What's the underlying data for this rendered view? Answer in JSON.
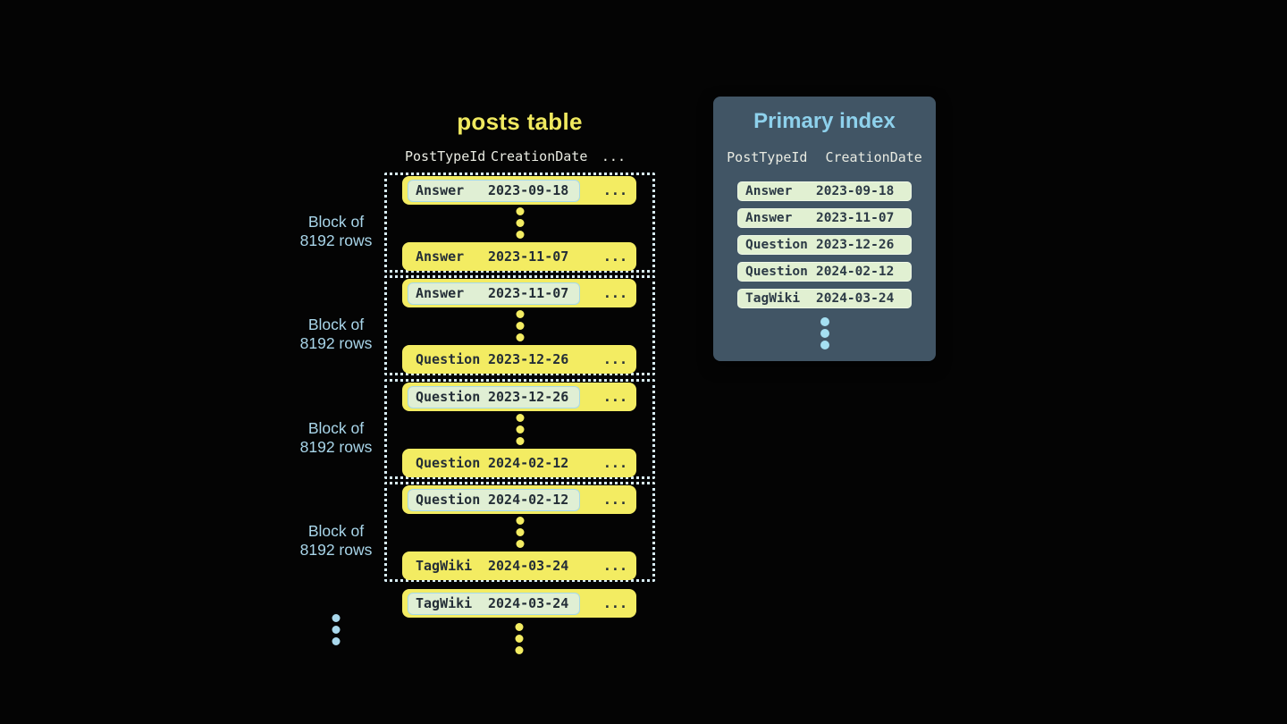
{
  "posts_table": {
    "title": "posts table",
    "columns": [
      "PostTypeId",
      "CreationDate"
    ],
    "columns_ellipsis": "...",
    "row_ellipsis": "...",
    "block_label_line1": "Block of",
    "block_label_line2": "8192 rows",
    "blocks": [
      {
        "first": {
          "type": "Answer",
          "date": "2023-09-18"
        },
        "last": {
          "type": "Answer",
          "date": "2023-11-07"
        }
      },
      {
        "first": {
          "type": "Answer",
          "date": "2023-11-07"
        },
        "last": {
          "type": "Question",
          "date": "2023-12-26"
        }
      },
      {
        "first": {
          "type": "Question",
          "date": "2023-12-26"
        },
        "last": {
          "type": "Question",
          "date": "2024-02-12"
        }
      },
      {
        "first": {
          "type": "Question",
          "date": "2024-02-12"
        },
        "last": {
          "type": "TagWiki",
          "date": "2024-03-24"
        }
      }
    ],
    "tail_row": {
      "type": "TagWiki",
      "date": "2024-03-24"
    }
  },
  "primary_index": {
    "title": "Primary index",
    "columns": [
      "PostTypeId",
      "CreationDate"
    ],
    "rows": [
      {
        "type": "Answer",
        "date": "2023-09-18"
      },
      {
        "type": "Answer",
        "date": "2023-11-07"
      },
      {
        "type": "Question",
        "date": "2023-12-26"
      },
      {
        "type": "Question",
        "date": "2024-02-12"
      },
      {
        "type": "TagWiki",
        "date": "2024-03-24"
      }
    ]
  },
  "colors": {
    "background": "#040404",
    "row_yellow": "#f3ec62",
    "title_yellow": "#f0e95f",
    "highlight_mint": "#e0efd4",
    "highlight_border_blue": "#a6d9e9",
    "block_dotted_border": "#d8edf6",
    "label_blue": "#a9d6ea",
    "panel_background": "#415565",
    "panel_title_blue": "#8ed1ec",
    "panel_dot_blue": "#a5e0f2",
    "index_pill_mint": "#e1f0d2",
    "dark_text": "#242e37",
    "header_text": "#e9ebe2"
  }
}
